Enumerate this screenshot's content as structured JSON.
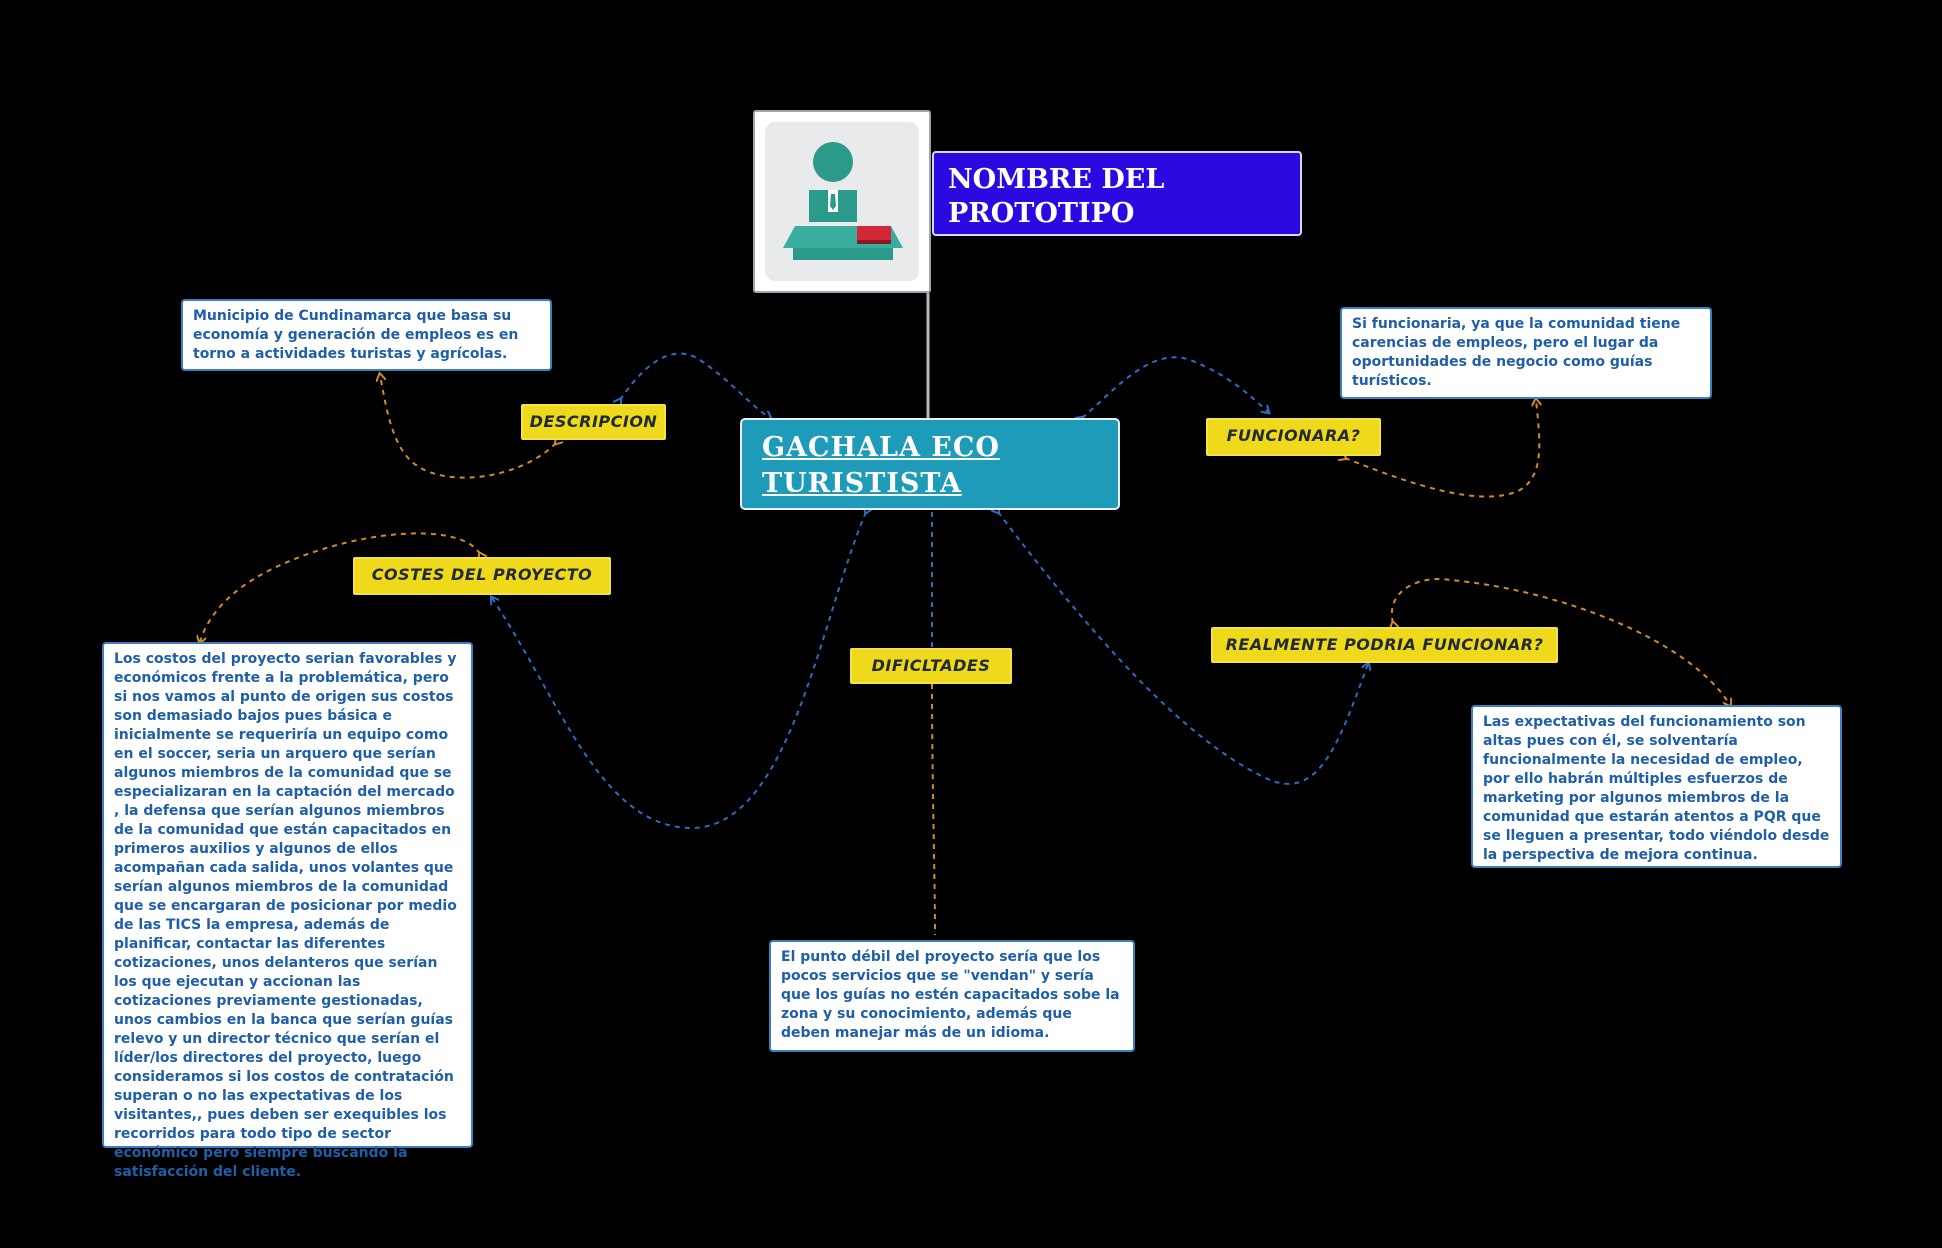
{
  "canvas": {
    "background": "#000000"
  },
  "title": {
    "text": "NOMBRE DEL PROTOTIPO",
    "color": "#2a0ae0"
  },
  "center": {
    "text": "GACHALA  ECO TURISTISTA",
    "color": "#1e9bb8"
  },
  "topics": {
    "descripcion": "DESCRIPCION",
    "costes": "COSTES DEL PROYECTO",
    "dificultades": "DIFICLTADES",
    "funcionara": "FUNCIONARA?",
    "realmente": "REALMENTE PODRIA FUNCIONAR?"
  },
  "notes": {
    "descripcion": "Municipio de Cundinamarca que basa su economía y generación de empleos es en torno a actividades turistas y agrícolas.",
    "costes": "Los costos del proyecto serian favorables y económicos frente a la problemática, pero si nos vamos al punto de origen sus costos son demasiado bajos pues básica e inicialmente se requeriría un equipo como en el soccer, seria un arquero que serían algunos miembros de la comunidad que se especializaran en la captación del mercado , la defensa que serían algunos miembros de la comunidad que están capacitados en primeros auxilios y algunos de ellos acompañan cada salida, unos volantes que serían algunos miembros de la comunidad que se encargaran de posicionar por medio de las TICS la empresa, además de planificar, contactar las diferentes cotizaciones,  unos delanteros que serían los que ejecutan y accionan las cotizaciones previamente gestionadas, unos cambios en la banca que serían guías relevo y un director técnico que serían el líder/los directores del proyecto, luego consideramos si los costos de contratación superan o no las expectativas de los visitantes,, pues deben ser exequibles los recorridos para todo tipo de sector económico pero siempre buscando la satisfacción del cliente.",
    "dificultades": "El punto débil del proyecto sería que los pocos servicios que se \"vendan\" y sería que los guías no estén capacitados sobe la zona y su conocimiento, además que deben manejar más de un idioma.",
    "funcionara": "Si funcionaria, ya que la comunidad tiene carencias de empleos, pero el lugar da oportunidades de negocio como guías turísticos.",
    "realmente": "Las expectativas del funcionamiento son altas pues con él, se solventaría funcionalmente la necesidad de empleo, por ello habrán múltiples esfuerzos de marketing por algunos miembros de la comunidad que estarán atentos a PQR que se lleguen a presentar, todo viéndolo desde la perspectiva de mejora continua."
  },
  "colors": {
    "topic_fill": "#eed91a",
    "note_text": "#1f5fa8",
    "note_border": "#3a7ec5",
    "link_blue": "#2f6bc4",
    "link_orange": "#d38a2a"
  },
  "icons": {
    "prototype": "person-at-desk-icon"
  }
}
